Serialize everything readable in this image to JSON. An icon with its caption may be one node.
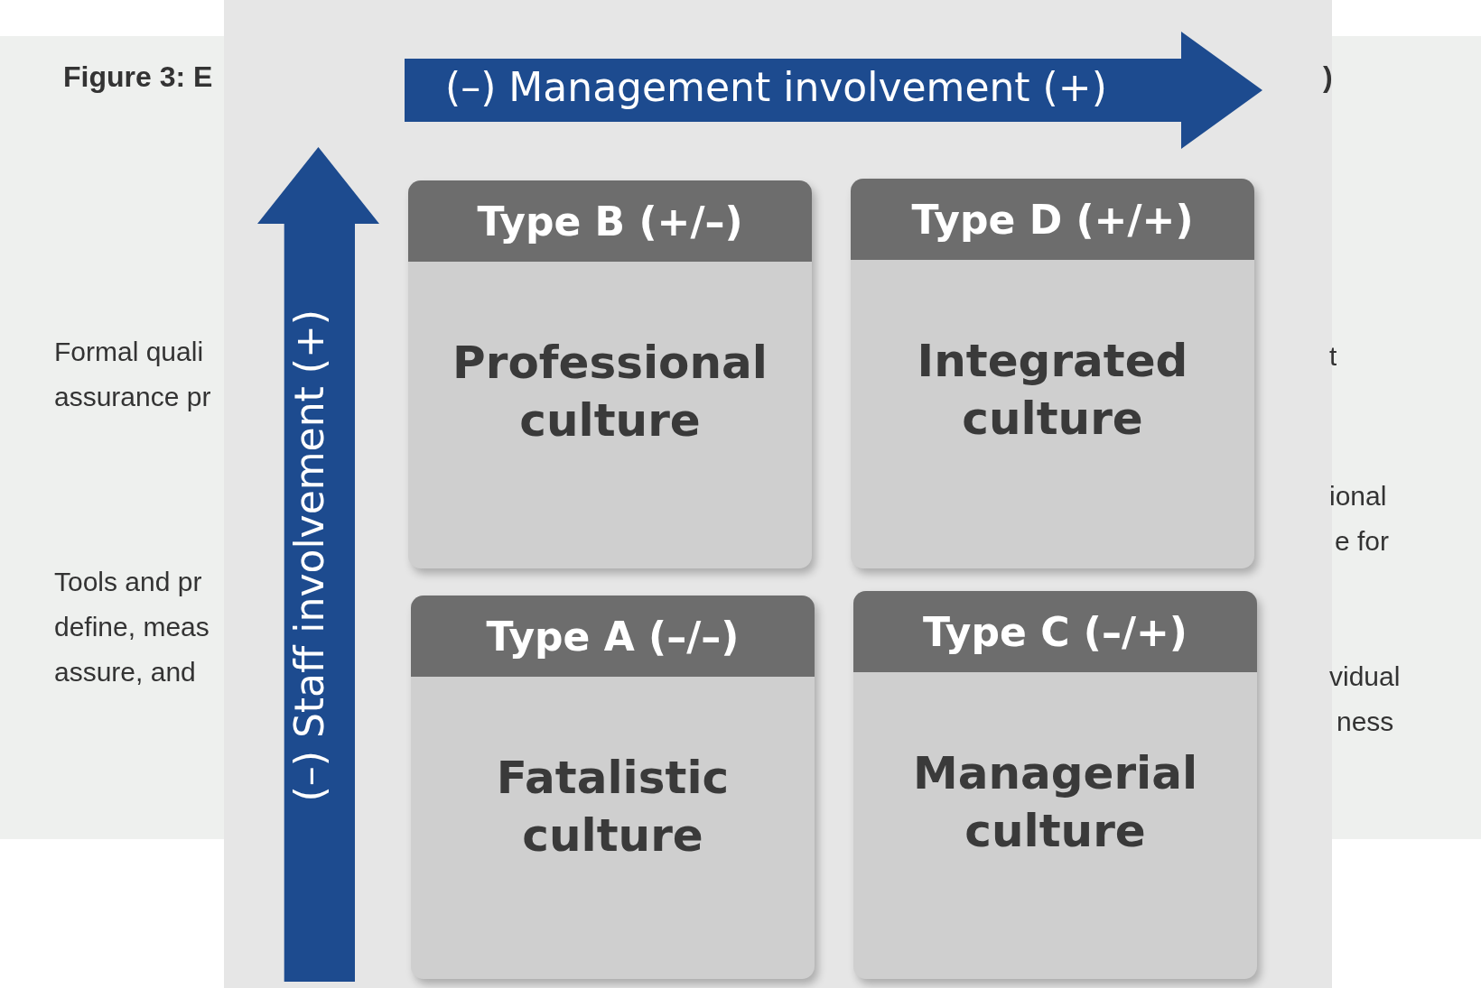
{
  "diagram": {
    "nodes": [
      {
        "text": [
          "(–) Management involvement (+)"
        ]
      },
      {
        "text": [
          "(–) Staff involvement (+)"
        ]
      },
      {
        "text": [
          "Type B (+/–)",
          "Professional culture"
        ]
      },
      {
        "text": [
          "Type D (+/+)",
          "Integrated culture"
        ]
      },
      {
        "text": [
          "Type A (–/–)",
          "Fatalistic culture"
        ]
      },
      {
        "text": [
          "Type C (–/+)",
          "Managerial culture"
        ]
      }
    ],
    "labels": [
      "Figure 3: E",
      "Formal quali assurance pr",
      "Tools and pr define, meas assure, and",
      ")",
      "t",
      "ional",
      "e for",
      "vidual",
      "ness"
    ]
  }
}
